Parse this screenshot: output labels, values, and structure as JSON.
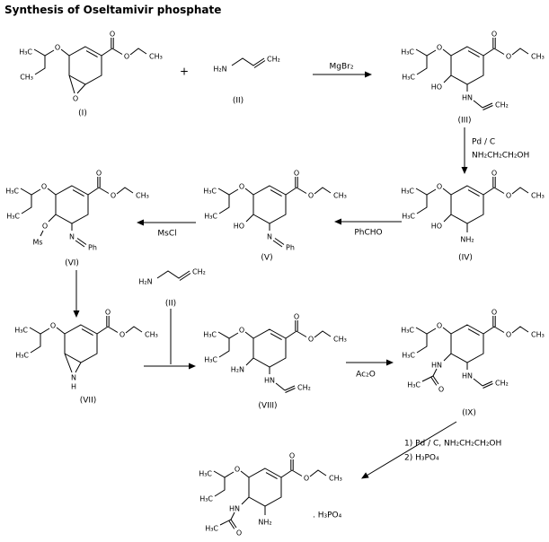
{
  "title": "Synthesis of Oseltamivir phosphate",
  "atoms": {
    "h3c": "H₃C",
    "ch3": "CH₃",
    "ch2": "CH₂",
    "o": "O",
    "ho": "HO",
    "hn": "HN",
    "h2n": "H₂N",
    "nh2": "NH₂",
    "n": "N",
    "h": "H",
    "ph": "Ph",
    "ms": "Ms",
    "plus": "+"
  },
  "compounds": {
    "i": "(I)",
    "ii": "(II)",
    "iii": "(III)",
    "iv": "(IV)",
    "v": "(V)",
    "vi": "(VI)",
    "vii": "(VII)",
    "viii": "(VIII)",
    "ix": "(IX)"
  },
  "reagents": {
    "mgbr2": "MgBr₂",
    "pd_c": "Pd / C",
    "ethanolamine": "NH₂CH₂CH₂OH",
    "phcho": "PhCHO",
    "mscl": "MsCl",
    "ac2o": "Ac₂O",
    "final_1": "1) Pd / C, NH₂CH₂CH₂OH",
    "final_2": "2) H₃PO₄",
    "salt": ". H₃PO₄"
  }
}
